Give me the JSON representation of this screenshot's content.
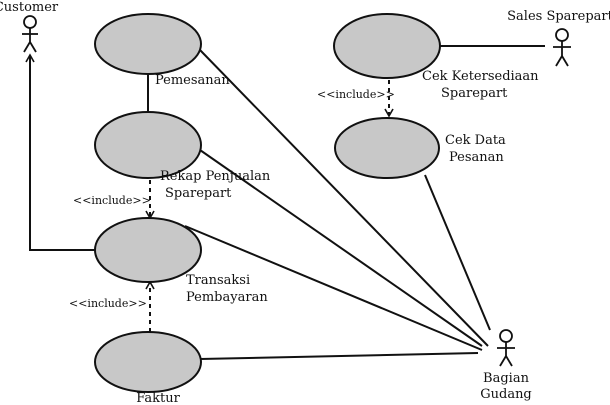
{
  "actors": {
    "customer": "Customer",
    "sales": "Sales Sparepart",
    "gudang_line1": "Bagian",
    "gudang_line2": "Gudang"
  },
  "usecases": {
    "pemesanan": "Pemesanan",
    "rekap_line1": "Rekap Penjualan",
    "rekap_line2": "Sparepart",
    "transaksi_line1": "Transaksi",
    "transaksi_line2": "Pembayaran",
    "faktur": "Faktur",
    "cek_ketersediaan_line1": "Cek Ketersediaan",
    "cek_ketersediaan_line2": "Sparepart",
    "cek_data_line1": "Cek Data",
    "cek_data_line2": "Pesanan"
  },
  "relations": {
    "include_rekap_transaksi": "<<include>>",
    "include_faktur_transaksi": "<<include>>",
    "include_ketersediaan_data": "<<include>>"
  },
  "colors": {
    "usecase_fill": "#c8c8c8",
    "stroke": "#111111",
    "background": "#ffffff"
  }
}
